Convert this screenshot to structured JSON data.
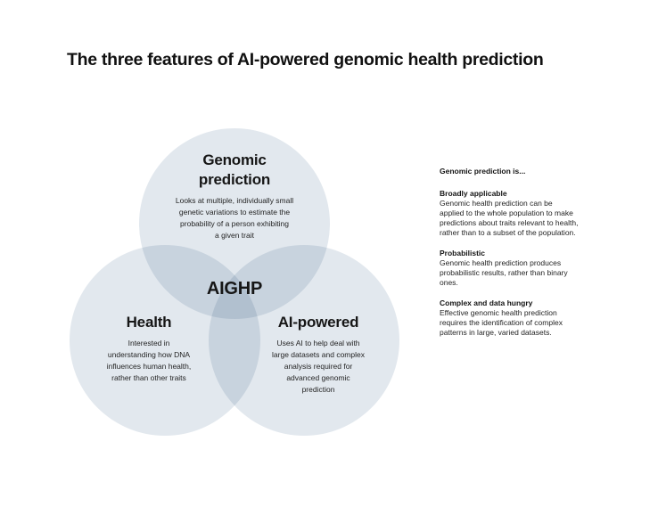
{
  "title": "The three features of AI-powered genomic health prediction",
  "venn": {
    "center_label": "AIGHP",
    "circle_color": "#e2e8ee",
    "circles": [
      {
        "heading": "Genomic\nprediction",
        "body": "Looks at multiple, individually small\ngenetic variations to estimate the\nprobability of a person exhibiting\na given trait"
      },
      {
        "heading": "Health",
        "body": "Interested in\nunderstanding how DNA\ninfluences human health,\nrather than other traits"
      },
      {
        "heading": "AI-powered",
        "body": "Uses AI to help deal with\nlarge datasets and complex\nanalysis required for\nadvanced genomic\nprediction"
      }
    ]
  },
  "side_panel": {
    "intro": "Genomic prediction is...",
    "sections": [
      {
        "heading": "Broadly applicable",
        "body": "Genomic health prediction can be\napplied to the whole population to make\npredictions about traits relevant to health,\nrather than to a subset of the population."
      },
      {
        "heading": "Probabilistic",
        "body": "Genomic health prediction produces\nprobabilistic results, rather than binary\nones."
      },
      {
        "heading": "Complex and data hungry",
        "body": "Effective genomic health prediction\nrequires the identification of complex\npatterns in large, varied datasets."
      }
    ]
  }
}
